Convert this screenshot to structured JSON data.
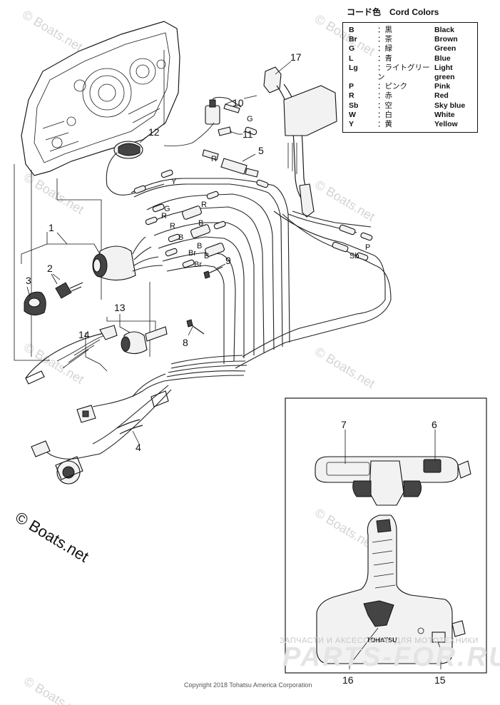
{
  "legend": {
    "title": "コード色　Cord Colors",
    "rows": [
      {
        "code": "B",
        "jp": "：黒",
        "en": "Black"
      },
      {
        "code": "Br",
        "jp": "：茶",
        "en": "Brown"
      },
      {
        "code": "G",
        "jp": "：緑",
        "en": "Green"
      },
      {
        "code": "L",
        "jp": "：青",
        "en": "Blue"
      },
      {
        "code": "Lg",
        "jp": "：ライトグリーン",
        "en": "Light green"
      },
      {
        "code": "P",
        "jp": "：ピンク",
        "en": "Pink"
      },
      {
        "code": "R",
        "jp": "：赤",
        "en": "Red"
      },
      {
        "code": "Sb",
        "jp": "：空",
        "en": "Sky blue"
      },
      {
        "code": "W",
        "jp": "：白",
        "en": "White"
      },
      {
        "code": "Y",
        "jp": "：黄",
        "en": "Yellow"
      }
    ]
  },
  "callouts": {
    "c1": "1",
    "c2": "2",
    "c3": "3",
    "c4": "4",
    "c5": "5",
    "c6": "6",
    "c7": "7",
    "c8": "8",
    "c9": "9",
    "c10": "10",
    "c11": "11",
    "c12": "12",
    "c13": "13",
    "c14": "14",
    "c15": "15",
    "c16": "16",
    "c17": "17"
  },
  "wire_labels": {
    "g1": "G",
    "y1": "Y",
    "r1": "R",
    "g2": "G",
    "r2": "R",
    "r3": "R",
    "r4": "R",
    "b1": "B",
    "b2": "B",
    "br1": "Br",
    "b3": "B",
    "br2": "Br",
    "b4": "B",
    "p1": "P",
    "sb1": "Sb"
  },
  "watermarks": {
    "wm1": "© Boats.net",
    "wm2": "© Boats.net",
    "wm3": "© Boats.net",
    "wm4": "© Boats.net",
    "wm5": "© Boats.net",
    "wm6": "© Boats.net",
    "wm7": "© Boats.net",
    "wm8": "© Boats.net"
  },
  "brand_logo": "TOHATSU",
  "copyright_boats": "© Boats.net",
  "copyright": "Copyright 2018 Tohatsu America Corporation",
  "shop_subtitle": "ЗАПЧАСТИ И АКСЕССУАРЫ ДЛЯ МОТОТЕХНИКИ",
  "shop_brand": "PARTS-FOR.RU"
}
